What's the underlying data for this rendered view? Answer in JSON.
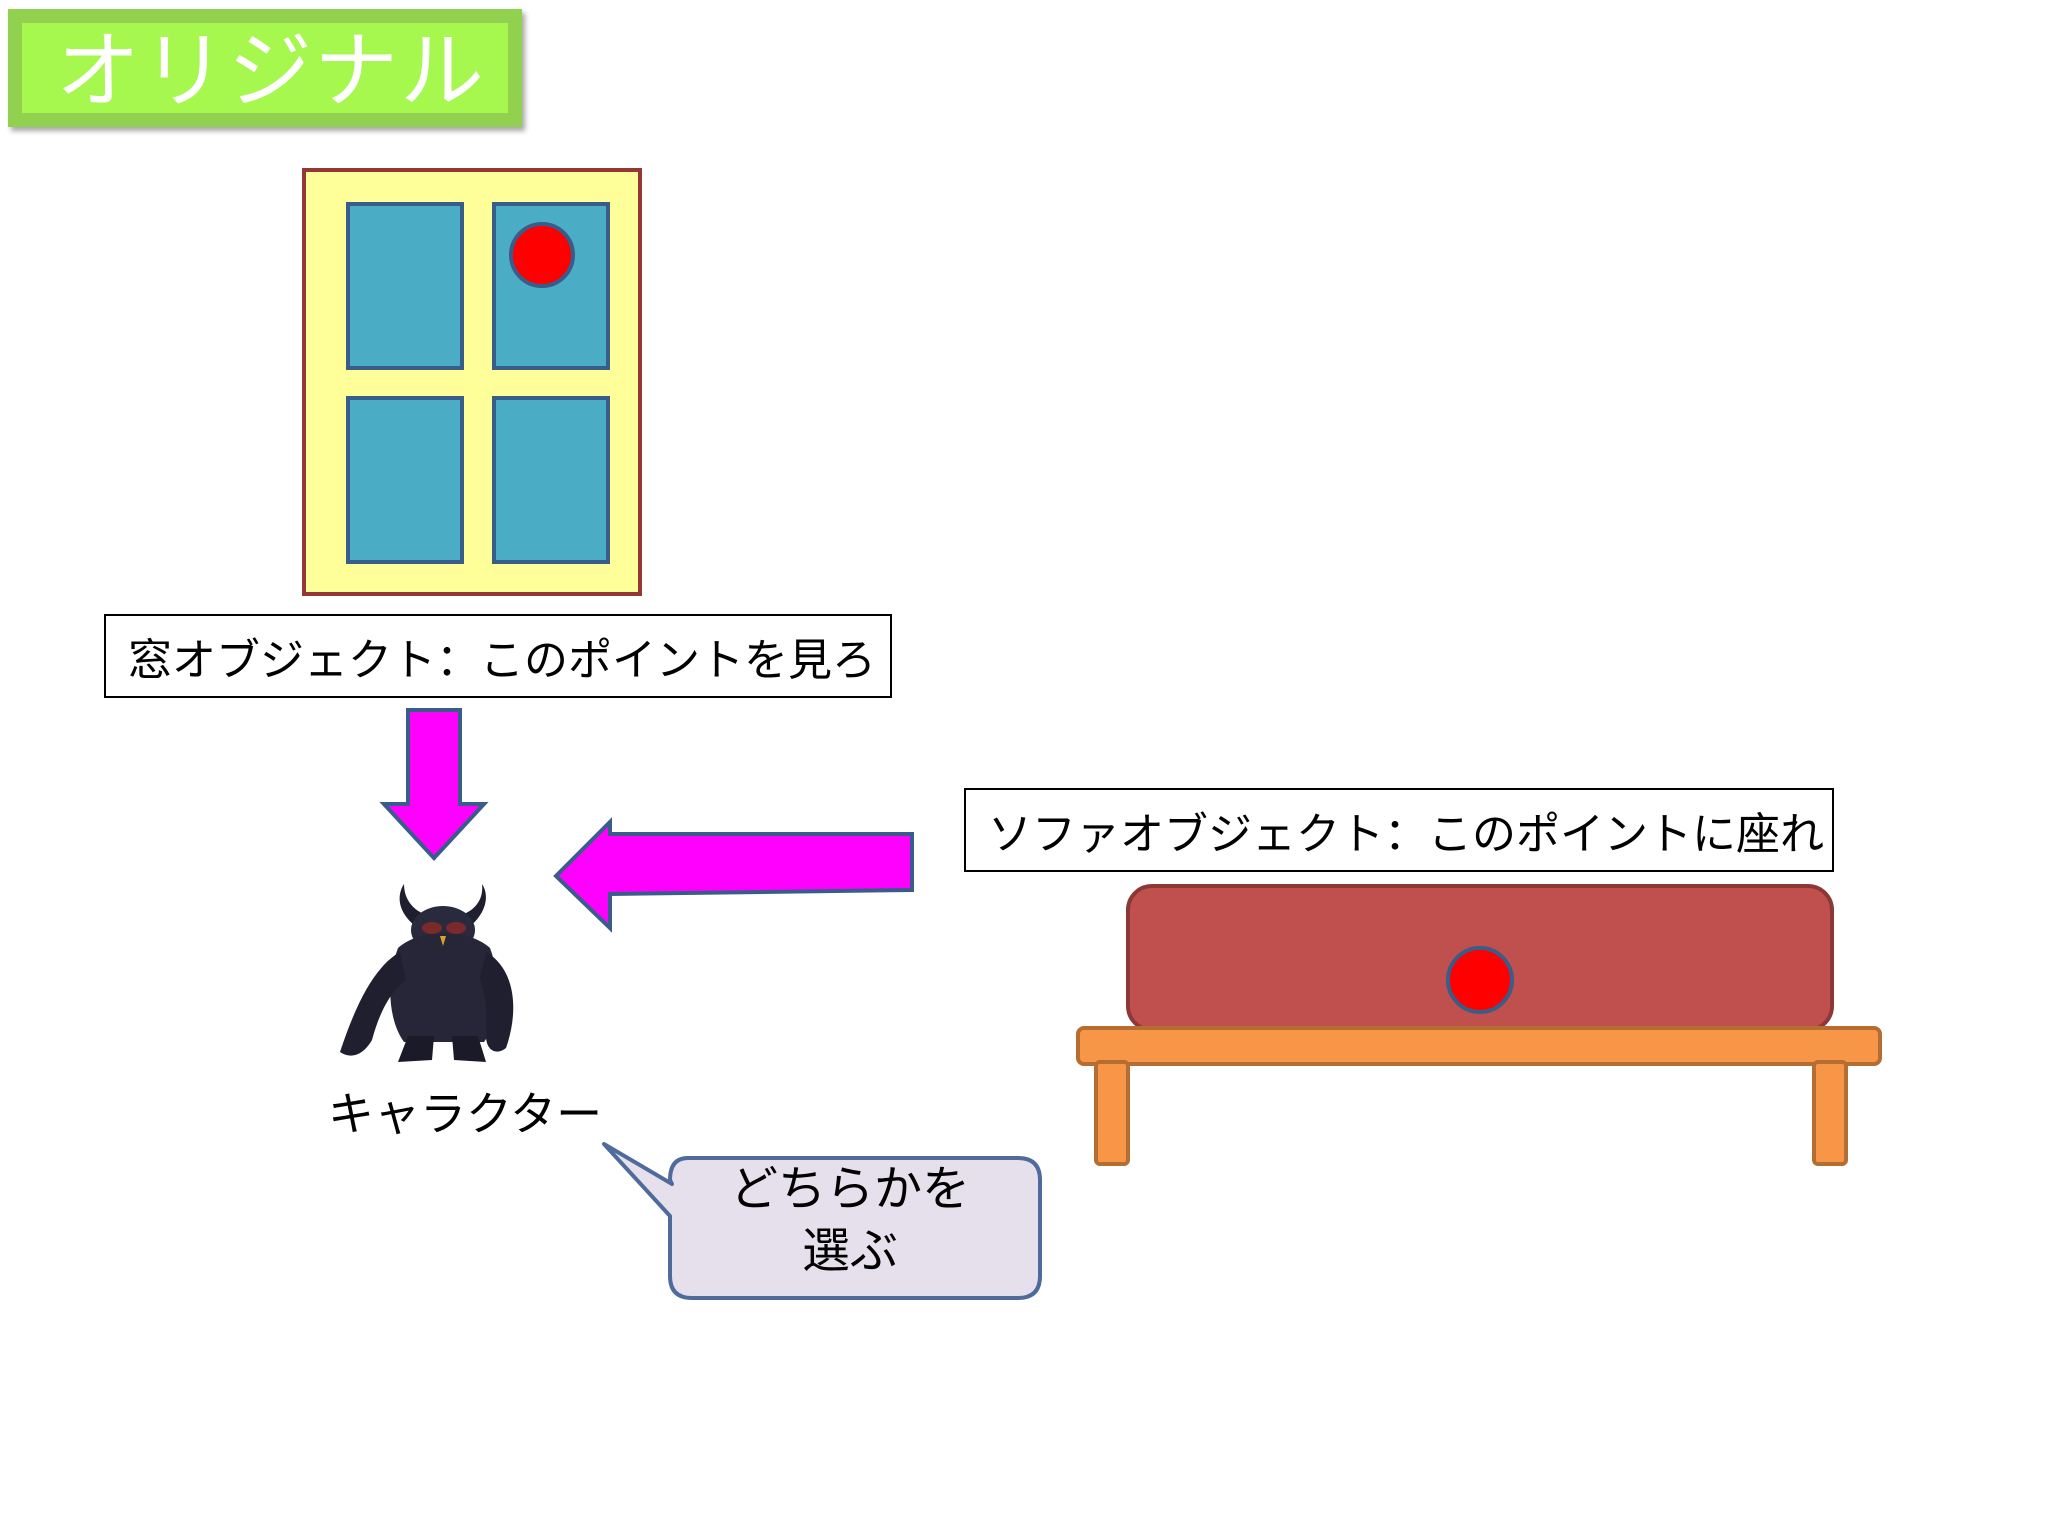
{
  "title": "オリジナル",
  "window_label": "窓オブジェクト：このポイントを見ろ",
  "sofa_label": "ソファオブジェクト：このポイントに座れ",
  "character_label": "キャラクター",
  "bubble": {
    "line1": "どちらかを",
    "line2": "選ぶ"
  },
  "colors": {
    "title_bg": "#92d050",
    "window_frame": "#ffff99",
    "window_pane": "#4bacc6",
    "point": "#ff0000",
    "arrow": "#ff00ff",
    "sofa_cushion": "#c0504d",
    "sofa_base": "#f79646",
    "bubble_fill": "#e6e0ec",
    "bubble_border": "#4f6b9b"
  }
}
